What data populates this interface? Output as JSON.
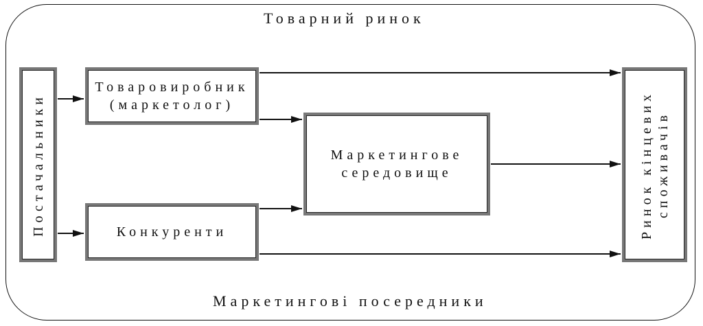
{
  "market_label": "Товарний ринок",
  "intermediaries_label": "Маркетингові посередники",
  "nodes": {
    "suppliers": "Постачальники",
    "producer_line1": "Товаровиробник",
    "producer_line2": "(маркетолог)",
    "competitors": "Конкуренти",
    "environment_line1": "Маркетингове",
    "environment_line2": "середовище",
    "consumers_line1": "Ринок кінцевих",
    "consumers_line2": "споживачів"
  },
  "edges": [
    {
      "from": "suppliers",
      "to": "producer"
    },
    {
      "from": "suppliers",
      "to": "competitors"
    },
    {
      "from": "producer",
      "to": "consumers"
    },
    {
      "from": "producer",
      "to": "environment"
    },
    {
      "from": "competitors",
      "to": "environment"
    },
    {
      "from": "competitors",
      "to": "consumers"
    },
    {
      "from": "environment",
      "to": "consumers"
    }
  ]
}
